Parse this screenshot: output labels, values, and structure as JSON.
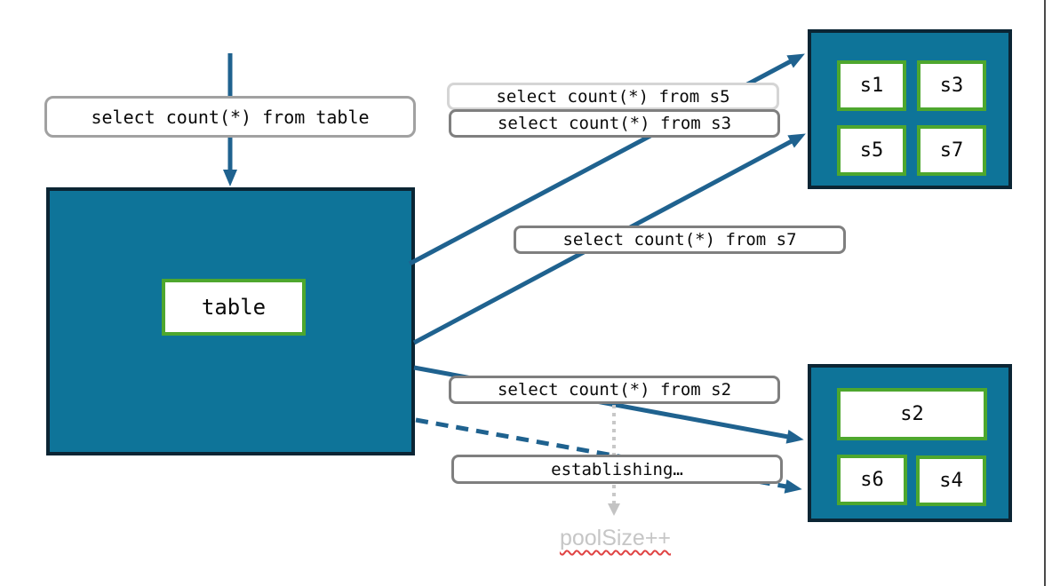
{
  "palette": {
    "teal_fill": "#0e7499",
    "navy_border": "#0b2534",
    "green_border": "#4ea72e",
    "arrow_blue": "#1f628f",
    "label_border_gray": "#7f7f7f",
    "label_border_light": "#d5d5d5",
    "muted_gray": "#c8c8c8",
    "squiggle_red": "#e04343"
  },
  "query_labels": {
    "table": "select count(*) from table",
    "s5": "select count(*) from s5",
    "s3": "select count(*) from s3",
    "s7": "select count(*) from s7",
    "s2": "select count(*) from s2",
    "establishing": "establishing…"
  },
  "table_box": {
    "label": "table"
  },
  "shard_groups": {
    "top": {
      "shards": [
        "s1",
        "s3",
        "s5",
        "s7"
      ]
    },
    "bottom": {
      "shards": [
        "s2",
        "s6",
        "s4"
      ]
    }
  },
  "footnote": {
    "text": "poolSize++"
  }
}
